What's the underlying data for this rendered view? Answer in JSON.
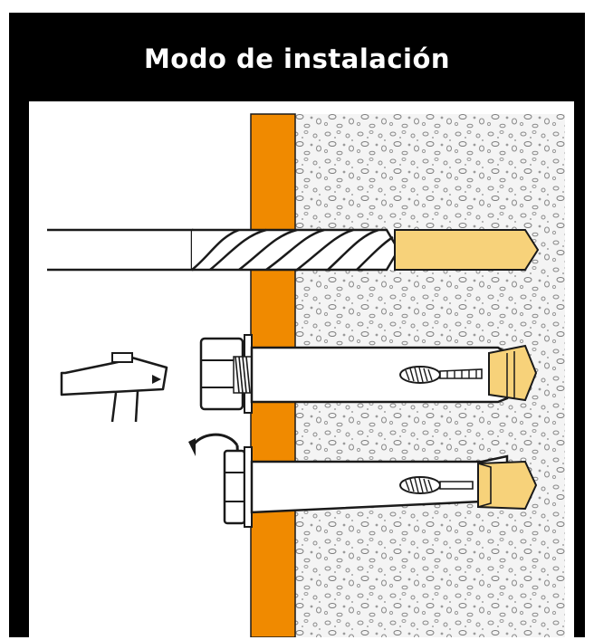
{
  "title": "Modo de instalación",
  "colors": {
    "header_bg": "#000000",
    "header_text": "#ffffff",
    "wall": "#f08a00",
    "anchor_tip": "#f7d27a",
    "concrete_bg": "#f3f3f3",
    "outline": "#1a1a1a"
  },
  "steps": [
    {
      "name": "drill",
      "icon": "drill-bit-icon"
    },
    {
      "name": "hammer",
      "icon": "hammer-icon"
    },
    {
      "name": "tighten",
      "icon": "rotate-arrow-icon"
    }
  ]
}
